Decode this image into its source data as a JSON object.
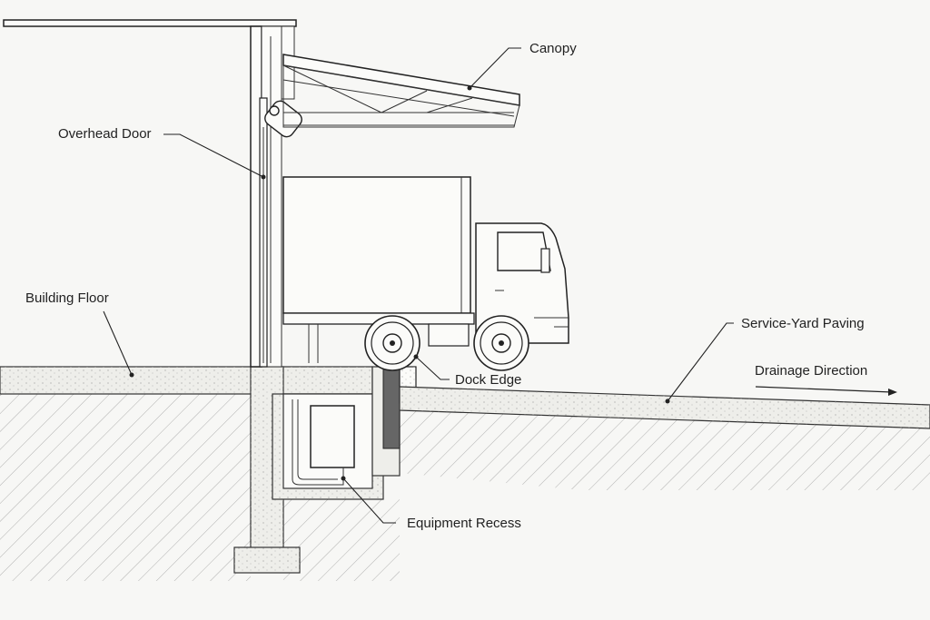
{
  "labels": {
    "canopy": "Canopy",
    "overhead_door": "Overhead Door",
    "building_floor": "Building Floor",
    "service_yard_paving": "Service-Yard Paving",
    "drainage_direction": "Drainage Direction",
    "dock_edge": "Dock Edge",
    "equipment_recess": "Equipment Recess"
  },
  "colors": {
    "ink": "#222222",
    "background": "#f7f7f5",
    "concrete": "#eeeeea",
    "dock_bumper": "#666666"
  }
}
